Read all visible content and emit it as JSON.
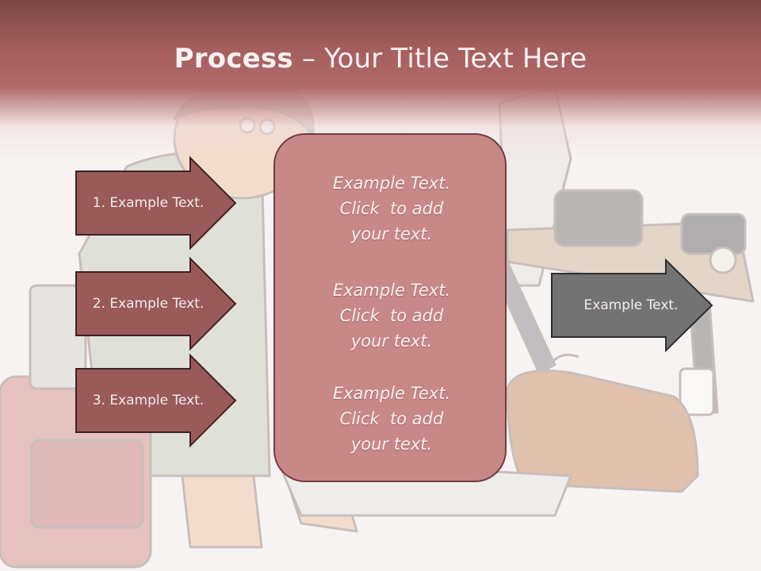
{
  "title": {
    "bold": "Process",
    "separator": " – ",
    "rest": "Your Title Text Here"
  },
  "steps": [
    {
      "label": "1. Example Text."
    },
    {
      "label": "2. Example Text."
    },
    {
      "label": "3. Example Text."
    }
  ],
  "center_box": {
    "paragraphs": [
      {
        "lines": [
          "Example Text.",
          "Click  to add",
          "your text."
        ]
      },
      {
        "lines": [
          "Example Text.",
          "Click  to add",
          "your text."
        ]
      },
      {
        "lines": [
          "Example Text.",
          "Click  to add",
          "your text."
        ]
      }
    ]
  },
  "result_arrow": {
    "label": "Example Text."
  },
  "colors": {
    "title_band": "#a45e5e",
    "step_arrow_fill": "#9a5a5a",
    "center_box_fill": "#c88888",
    "result_arrow_fill": "#737373",
    "outline": "#5a3030"
  },
  "background_image": "cartoon-traveler-with-luggage"
}
